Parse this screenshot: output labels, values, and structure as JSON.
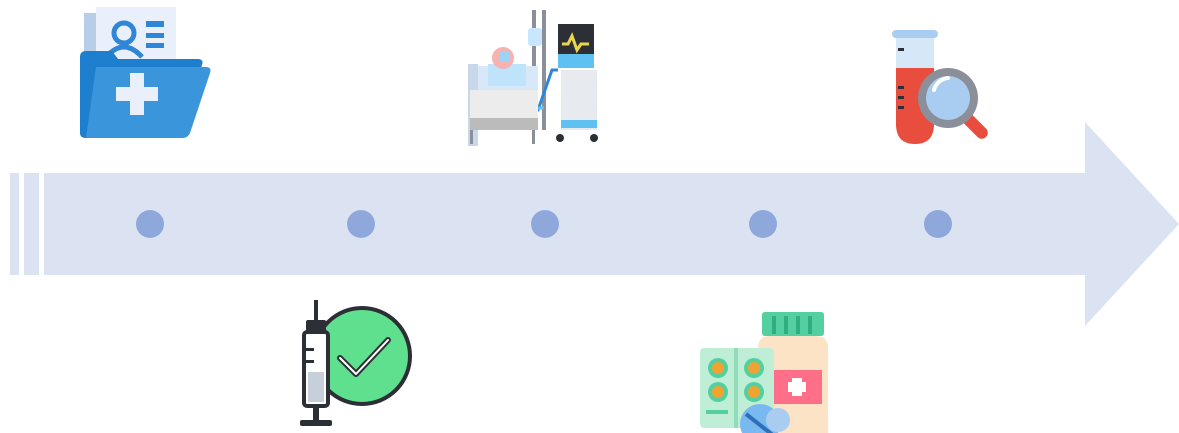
{
  "colors": {
    "arrow": "#dbe3f3",
    "dot": "#8fa8db",
    "folder_blue": "#3a95db",
    "folder_dark": "#1f7fcf",
    "paper": "#e9f0fb",
    "accent_blue": "#2f86d6",
    "green": "#5fe08f",
    "red": "#e84d3d",
    "orange": "#f0a330",
    "lens": "#a9cdf0",
    "gray": "#8a8f99",
    "pink": "#ff6f87",
    "teal": "#54cfa0"
  },
  "timeline": {
    "milestones": [
      {
        "icon": "medical-folder-icon",
        "position": "above"
      },
      {
        "icon": "vaccine-checked-icon",
        "position": "below"
      },
      {
        "icon": "hospital-bed-icon",
        "position": "above"
      },
      {
        "icon": "medication-icon",
        "position": "below"
      },
      {
        "icon": "test-tube-magnifier-icon",
        "position": "above"
      }
    ]
  }
}
